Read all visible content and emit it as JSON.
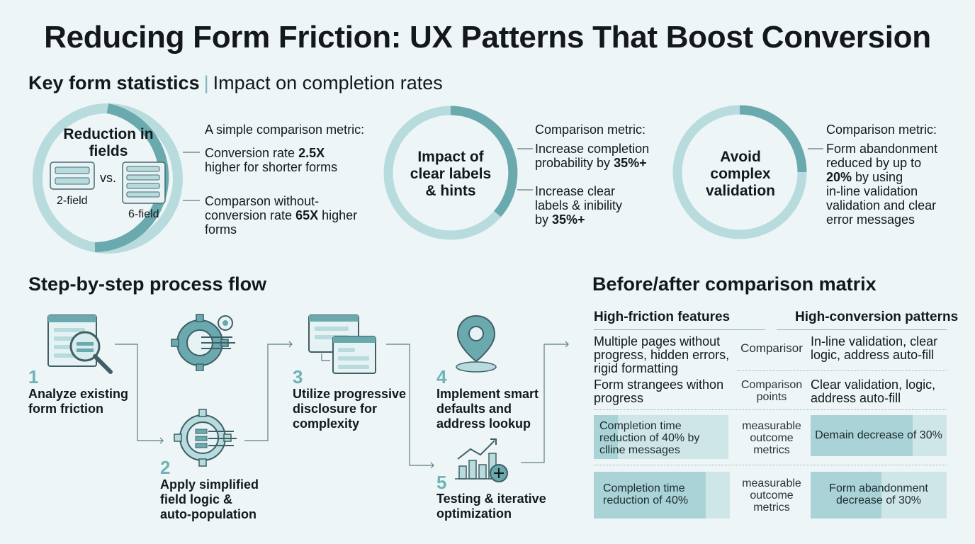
{
  "title": "Reducing Form Friction: UX Patterns That Boost Conversion",
  "stats_section": {
    "heading": "Key form statistics",
    "subheading": "Impact on completion rates",
    "card1": {
      "ring_label": "Reduction in fields",
      "left_label": "2-field",
      "vs": "vs.",
      "right_label": "6-field",
      "intro": "A simple comparison metric:",
      "m1_text": "Conversion rate ",
      "m1_bold": "2.5X",
      "m1_rest": "higher for shorter forms",
      "m2_line1": "Comparson without-",
      "m2_line2_a": "conversion rate ",
      "m2_line2_b": "65X",
      "m2_line2_c": " higher",
      "m2_line3": "forms"
    },
    "card2": {
      "ring_label": "Impact of clear labels & hints",
      "intro": "Comparison metric:",
      "m1_line1": "Increase completion",
      "m1_line2_a": "probability by ",
      "m1_line2_b": "35%+",
      "m2_line1": "Increase clear",
      "m2_line2": "labels & inibility",
      "m2_line3_a": "by ",
      "m2_line3_b": "35%+"
    },
    "card3": {
      "ring_label": "Avoid complex validation",
      "intro": "Comparison metric:",
      "m1_line1": "Form abandonment",
      "m1_line2": "reduced by up to",
      "m1_line3_b": "20%",
      "m1_line3_c": " by using",
      "m1_line4": "in-line validation",
      "m1_line5": "validation and clear",
      "m1_line6": "error messages"
    }
  },
  "process_section": {
    "heading": "Step-by-step process flow",
    "steps": [
      {
        "num": "1",
        "text": "Analyze existing form friction"
      },
      {
        "num": "2",
        "text": "Apply simplified field logic & auto-population"
      },
      {
        "num": "3",
        "text": "Utilize progressive disclosure for complexity"
      },
      {
        "num": "4",
        "text": "Implement smart defaults and address lookup"
      },
      {
        "num": "5",
        "text": "Testing & iterative optimization"
      }
    ]
  },
  "matrix_section": {
    "heading": "Before/after comparison matrix",
    "col_left": "High-friction features",
    "col_right": "High-conversion patterns",
    "rows": [
      {
        "left": "Multiple pages without progress, hidden errors, rigid formatting",
        "mid": "Comparisor",
        "right": "In-line validation, clear logic, address auto-fill"
      },
      {
        "left": "Form strangees withon progress",
        "mid": "Comparison points",
        "right": "Clear validation, logic, address auto-fill"
      },
      {
        "left": "Completion time reduction of 40% by clline messages",
        "mid": "measurable outcome metrics",
        "right": "Demain decrease of 30%"
      },
      {
        "left": "Completion time reduction of 40%",
        "mid": "measurable outcome metrics",
        "right": "Form abandonment decrease of 30%"
      }
    ]
  },
  "colors": {
    "ring_dark": "#6aa9ad",
    "ring_light": "#b8dbdd",
    "accent_number": "#6fb3b6",
    "background": "#eef5f7"
  }
}
